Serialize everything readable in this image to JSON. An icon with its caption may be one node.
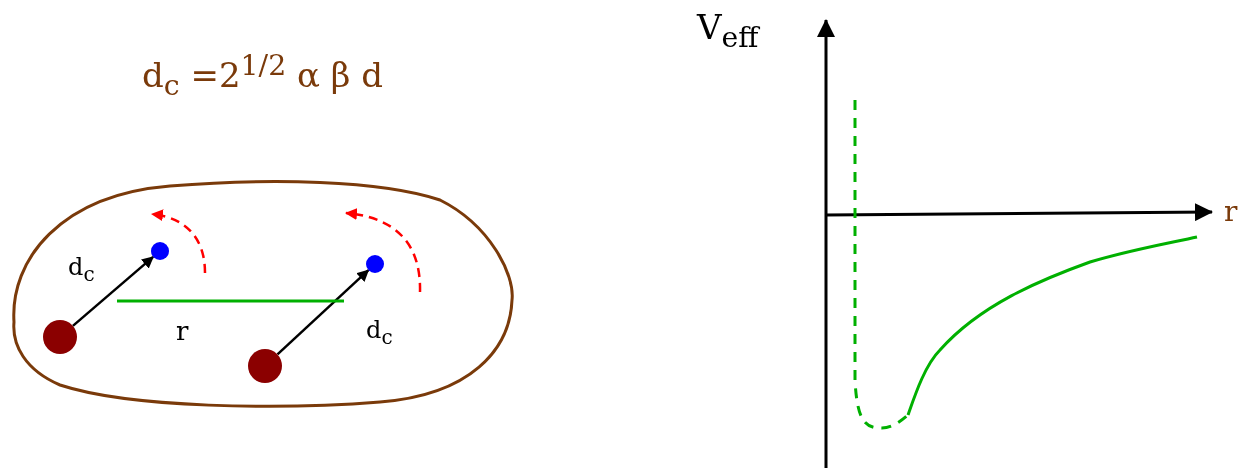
{
  "diagram": {
    "nodes": [
      {
        "text": [],
        "shape": "box"
      },
      {
        "text": [],
        "shape": "circle",
        "in": 0
      },
      {
        "text": [],
        "shape": "circle",
        "in": 0
      },
      {
        "text": [],
        "shape": "circle",
        "in": 0
      },
      {
        "text": [],
        "shape": "circle",
        "in": 0
      }
    ],
    "edges": [
      {
        "from": 1,
        "to": 2,
        "arrow": "to"
      },
      {
        "from": 3,
        "to": 4,
        "arrow": "to"
      }
    ],
    "labels": [
      "d$_{c}$ =2$^{1/2}$ α β d",
      "d$_{c}$",
      "r",
      "d$_{c}$",
      "V$_{eff}$",
      "r"
    ]
  }
}
